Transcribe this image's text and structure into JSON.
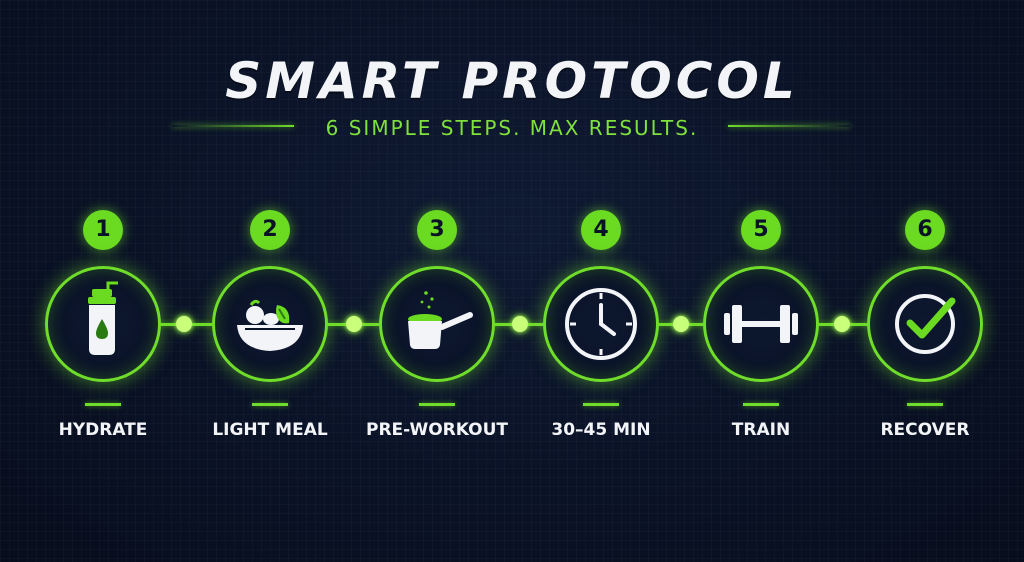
{
  "title": "SMART PROTOCOL",
  "subtitle": "6 SIMPLE STEPS. MAX RESULTS.",
  "colors": {
    "accent": "#6fdd2a",
    "background": "#0a1226",
    "text": "#f2f4f7"
  },
  "steps": [
    {
      "number": "1",
      "label": "HYDRATE",
      "icon": "water-bottle-icon"
    },
    {
      "number": "2",
      "label": "LIGHT MEAL",
      "icon": "meal-bowl-icon"
    },
    {
      "number": "3",
      "label": "PRE-WORKOUT",
      "icon": "scoop-icon"
    },
    {
      "number": "4",
      "label": "30–45 MIN",
      "icon": "clock-icon"
    },
    {
      "number": "5",
      "label": "TRAIN",
      "icon": "dumbbell-icon"
    },
    {
      "number": "6",
      "label": "RECOVER",
      "icon": "checkmark-icon"
    }
  ]
}
